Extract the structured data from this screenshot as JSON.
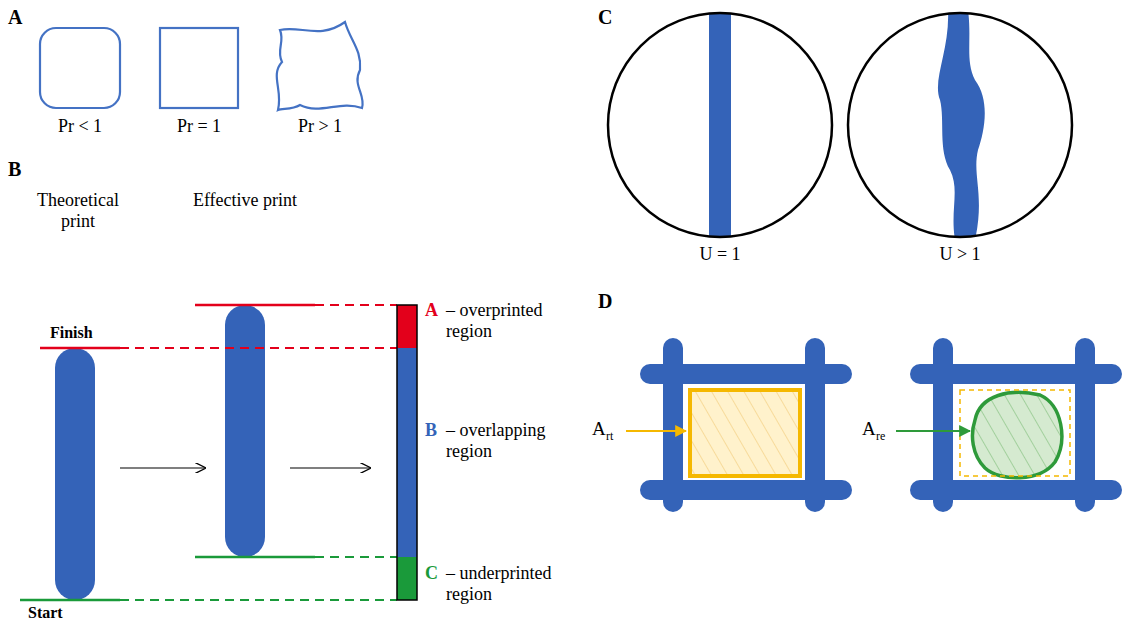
{
  "diagram": {
    "labels": [
      "A",
      "C",
      "Pr < 1",
      "Pr = 1",
      "Pr > 1",
      "U = 1",
      "U > 1",
      "B",
      "D",
      "Theoretical print",
      "Effective print",
      "Finish",
      "A",
      "– overprinted region",
      "B",
      "– overlapping region",
      "C",
      "– underprinted region",
      "Start",
      "A",
      "rt",
      "A",
      "re"
    ]
  }
}
